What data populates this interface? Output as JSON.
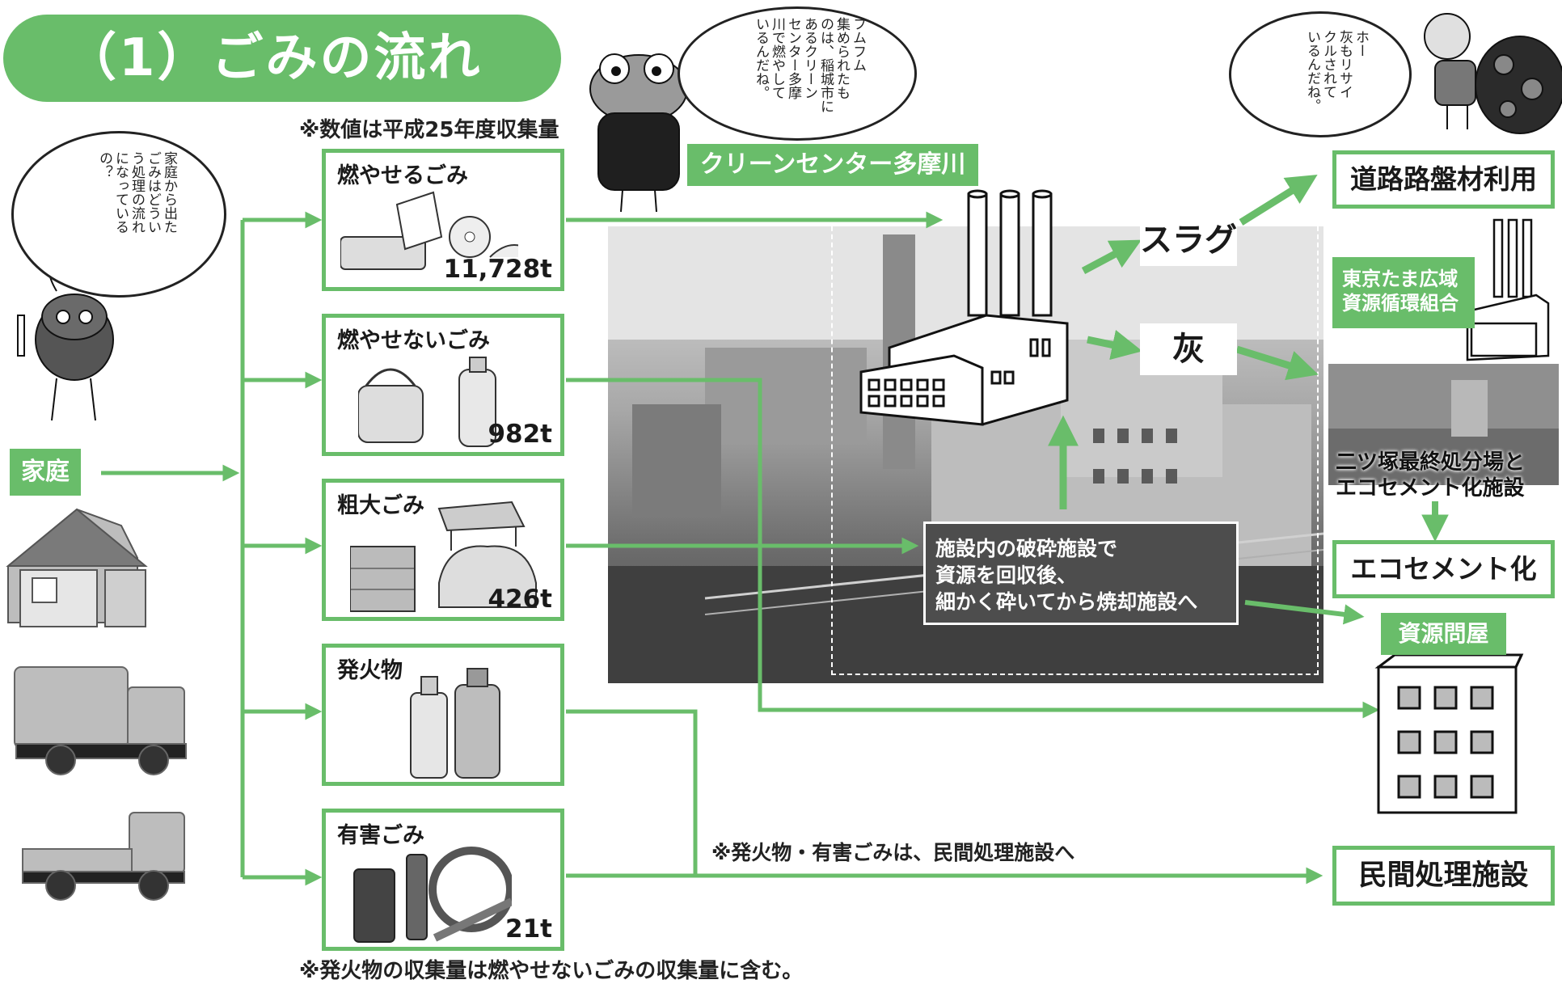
{
  "title": "（1）ごみの流れ",
  "note_fy": "※数値は平成25年度収集量",
  "note_fireworks_private": "※発火物・有害ごみは、民間処理施設へ",
  "note_fireworks_included": "※発火物の収集量は燃やせないごみの収集量に含む。",
  "source": "家庭",
  "categories": [
    {
      "label": "燃やせるごみ",
      "amount": "11,728t"
    },
    {
      "label": "燃やせないごみ",
      "amount": "982t"
    },
    {
      "label": "粗大ごみ",
      "amount": "426t"
    },
    {
      "label": "発火物",
      "amount": ""
    },
    {
      "label": "有害ごみ",
      "amount": "21t"
    }
  ],
  "facility": "クリーンセンター多摩川",
  "outputs": {
    "slag": "スラグ",
    "ash": "灰"
  },
  "destinations": {
    "road": "道路路盤材利用",
    "union": "東京たま広域\n資源循環組合",
    "landfill": "二ツ塚最終処分場と\nエコセメント化施設",
    "ecocement": "エコセメント化",
    "recycler": "資源問屋",
    "private": "民間処理施設"
  },
  "crushing_note": "施設内の破砕施設で\n資源を回収後、\n細かく砕いてから焼却施設へ",
  "speech": {
    "beetle": "家庭から出た\nごみはどうい\nう処理の流れ\nになっている\nの？",
    "frog": "フムフム\n集められたも\nのは、稲城市に\nあるクリーン\nセンター多摩\n川で燃やして\nいるんだね。",
    "ladybug": "ホー\n灰もリサイ\nクルされて\nいるんだね。"
  },
  "colors": {
    "green": "#69bd6a",
    "text": "#1a1a1a",
    "photo_dark": "#4d4d4d"
  }
}
